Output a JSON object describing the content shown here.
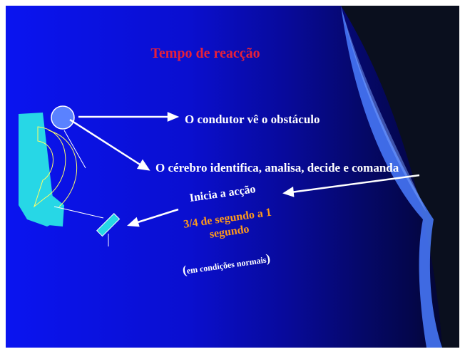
{
  "slide": {
    "title": "Tempo de reacção",
    "line1": "O condutor vê o obstáculo",
    "line2": "O cérebro identifica, analisa, decide e comanda",
    "line3": "Inicia a acção",
    "timing_line1": "3/4 de segundo a 1",
    "timing_line2": "segundo",
    "note_open": "(",
    "note_text": "em condições normais",
    "note_close": ")"
  },
  "colors": {
    "title": "#e8203a",
    "text": "#ffffff",
    "timing": "#ff9a1a",
    "background": "#0a14f0",
    "swoosh": "#4a7dff",
    "figure": "#27d7e6"
  }
}
